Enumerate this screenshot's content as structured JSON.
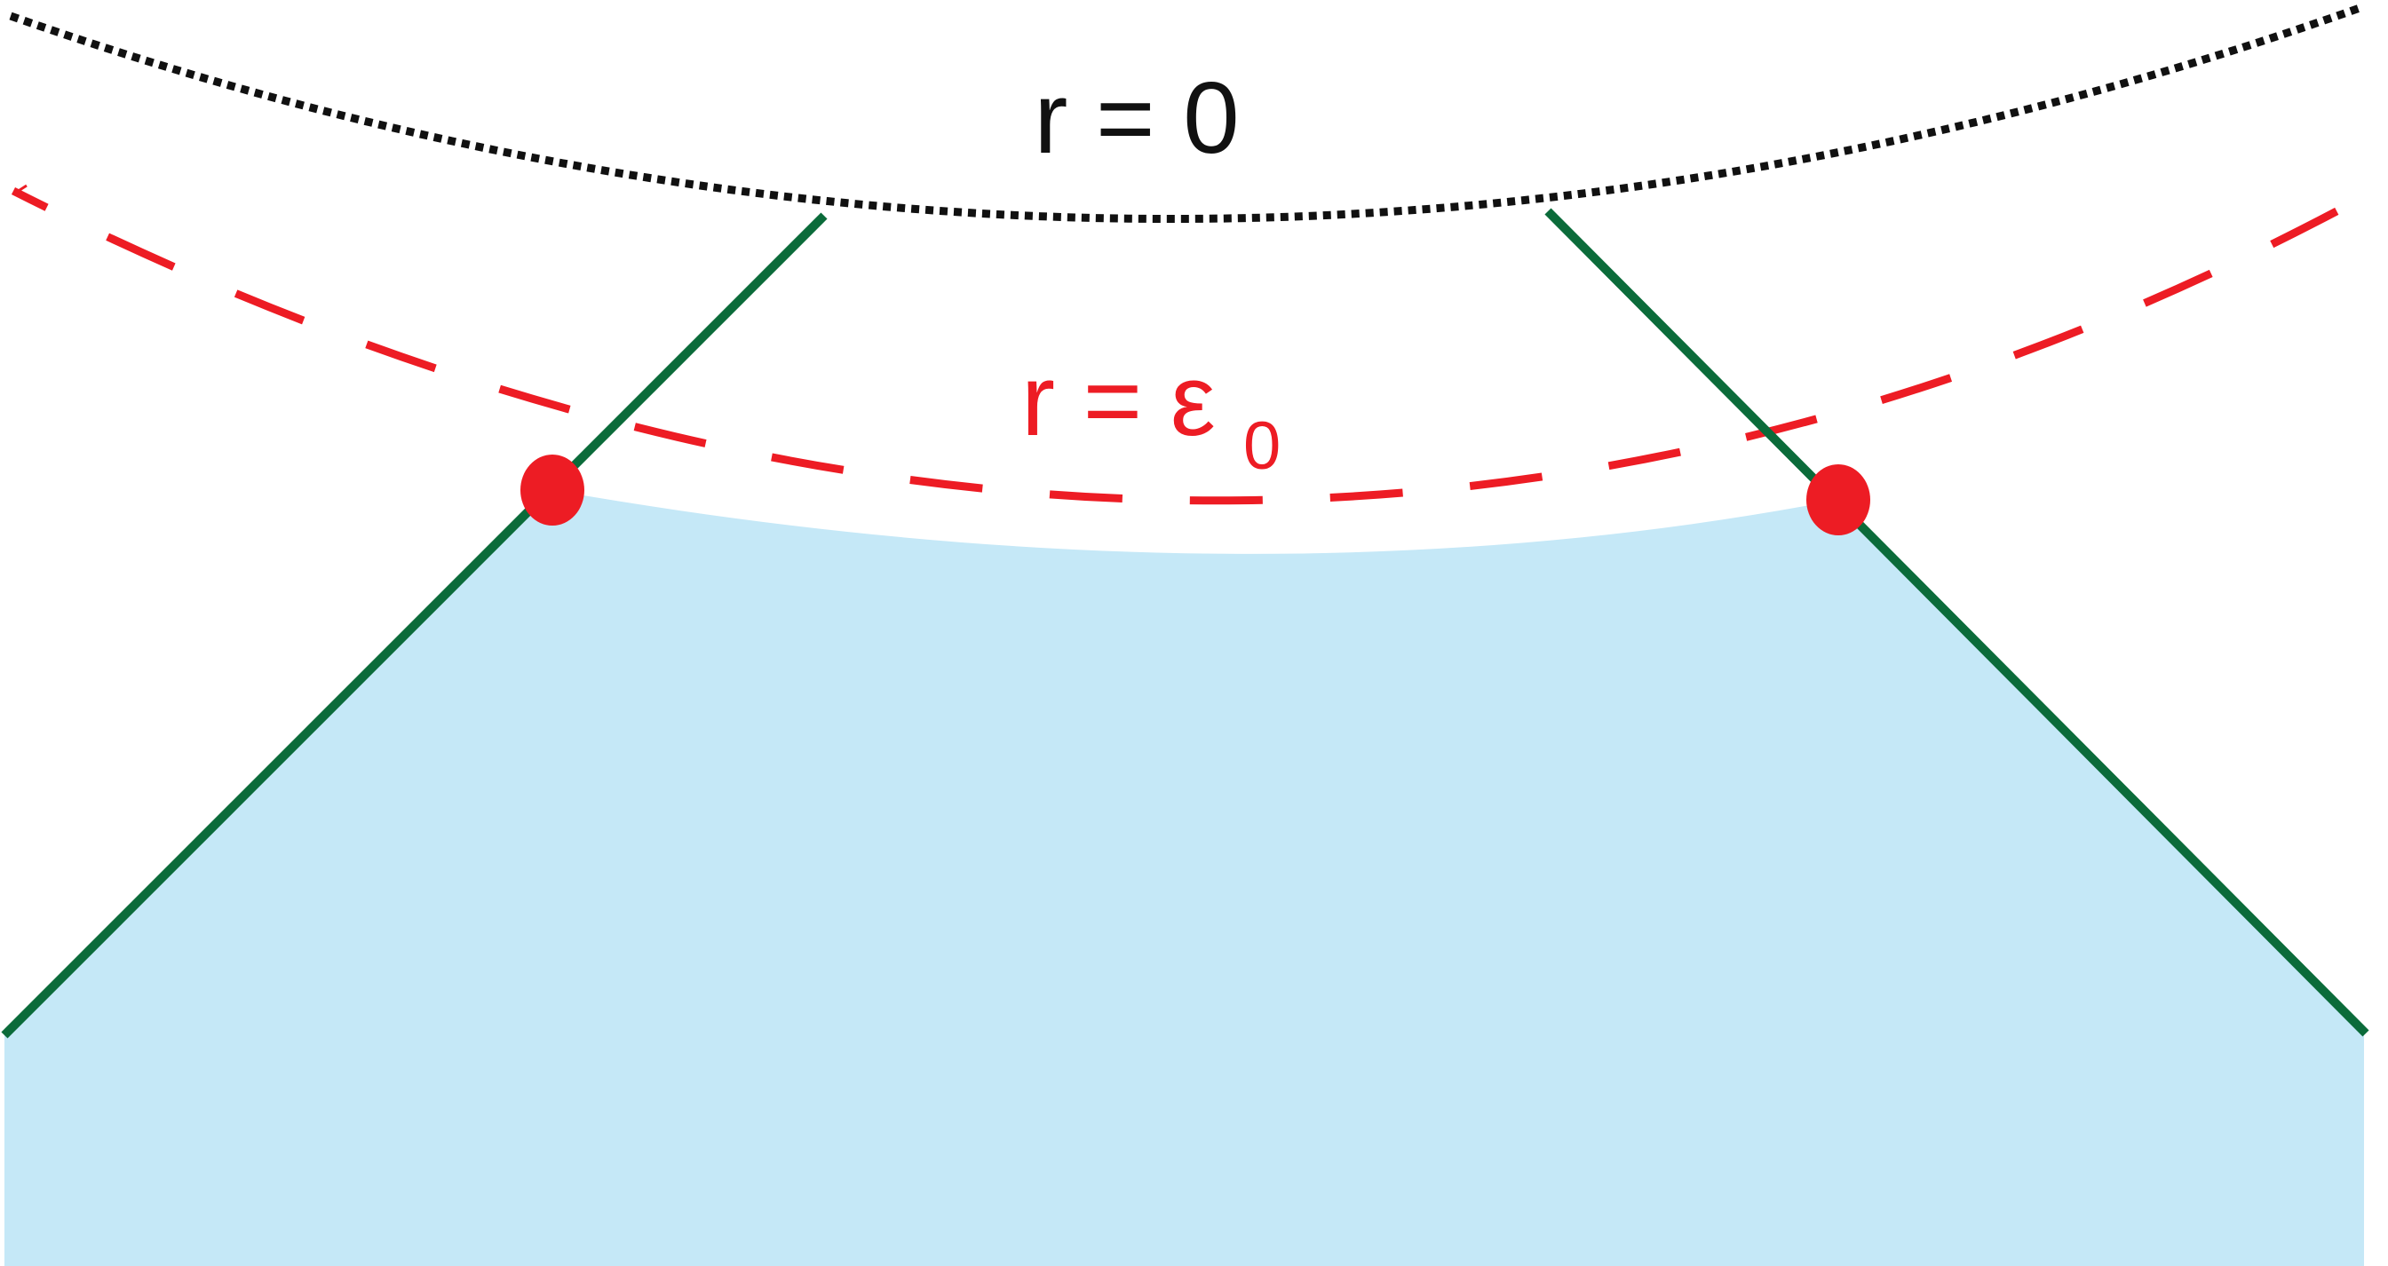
{
  "labels": {
    "boundary": "r = 0",
    "cutoff_main": "r = ε",
    "cutoff_sub": "0"
  },
  "colors": {
    "background": "#ffffff",
    "region_fill": "#c5e8f7",
    "horizon_line": "#0b6b3a",
    "cutoff_curve": "#ed1c24",
    "boundary_curve": "#111111",
    "label_black": "#111111",
    "label_red": "#ed1c24"
  }
}
